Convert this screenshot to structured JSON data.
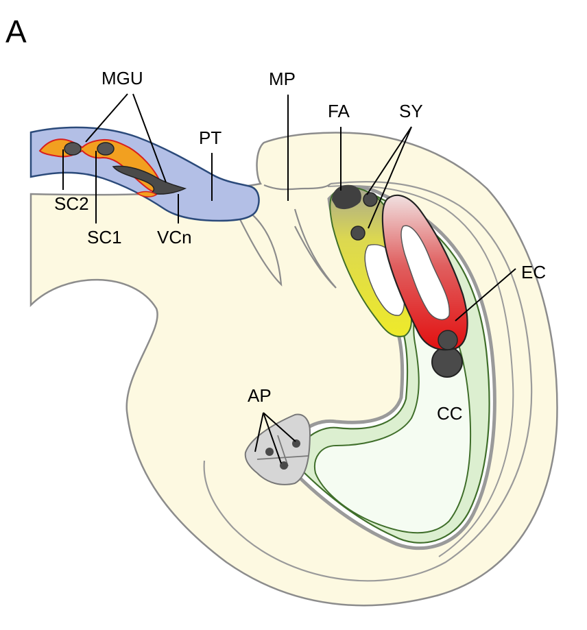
{
  "panel_letter": "A",
  "labels": {
    "mgu": "MGU",
    "mp": "MP",
    "fa": "FA",
    "sy": "SY",
    "pt": "PT",
    "sc2": "SC2",
    "sc1": "SC1",
    "vcn": "VCn",
    "ec": "EC",
    "ap": "AP",
    "cc": "CC"
  },
  "colors": {
    "ovule_tissue": "#fdf9e1",
    "tissue_outline": "#8c8c8c",
    "pollen_tube": "#b3bfe6",
    "pollen_tube_outline": "#2b4a7a",
    "sperm_cell": "#f2a020",
    "sperm_outline": "#d81f1f",
    "vegetative_nucleus": "#4a4a4a",
    "central_cell": "#dcefd0",
    "central_cell_outline": "#3f6e2a",
    "synergid": "#e8e43c",
    "egg_cell": "#e82a2a",
    "antipodal": "#d6d6d6",
    "nucleus": "#4a4a4a",
    "vacuole": "#ffffff"
  }
}
